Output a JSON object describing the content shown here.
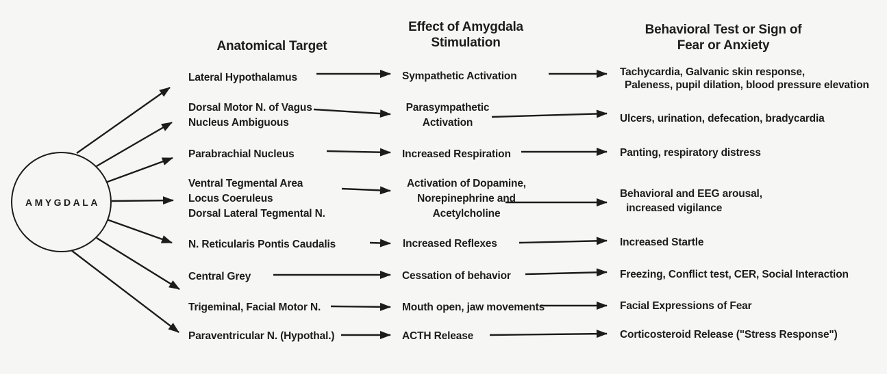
{
  "diagram": {
    "source_node": "AMYGDALA",
    "headers": {
      "target": "Anatomical Target",
      "effect": [
        "Effect of Amygdala",
        "Stimulation"
      ],
      "behavior": [
        "Behavioral Test or Sign of",
        "Fear or Anxiety"
      ]
    },
    "rows": [
      {
        "target": [
          "Lateral Hypothalamus"
        ],
        "effect": [
          "Sympathetic Activation"
        ],
        "behavior": [
          "Tachycardia, Galvanic skin response,",
          "Paleness, pupil dilation, blood pressure elevation"
        ]
      },
      {
        "target": [
          "Dorsal Motor N. of Vagus",
          "Nucleus Ambiguous"
        ],
        "effect": [
          "Parasympathetic",
          "Activation"
        ],
        "behavior": [
          "Ulcers, urination, defecation, bradycardia"
        ]
      },
      {
        "target": [
          "Parabrachial Nucleus"
        ],
        "effect": [
          "Increased Respiration"
        ],
        "behavior": [
          "Panting, respiratory distress"
        ]
      },
      {
        "target": [
          "Ventral Tegmental Area",
          "Locus Coeruleus",
          "Dorsal Lateral Tegmental N."
        ],
        "effect": [
          "Activation of Dopamine,",
          "Norepinephrine and",
          "Acetylcholine"
        ],
        "behavior": [
          "Behavioral and EEG arousal,",
          "increased vigilance"
        ]
      },
      {
        "target": [
          "N. Reticularis Pontis Caudalis"
        ],
        "effect": [
          "Increased Reflexes"
        ],
        "behavior": [
          "Increased Startle"
        ]
      },
      {
        "target": [
          "Central Grey"
        ],
        "effect": [
          "Cessation of behavior"
        ],
        "behavior": [
          "Freezing, Conflict test, CER, Social Interaction"
        ]
      },
      {
        "target": [
          "Trigeminal, Facial Motor N."
        ],
        "effect": [
          "Mouth open, jaw movements"
        ],
        "behavior": [
          "Facial Expressions of Fear"
        ]
      },
      {
        "target": [
          "Paraventricular N. (Hypothal.)"
        ],
        "effect": [
          "ACTH Release"
        ],
        "behavior": [
          "Corticosteroid Release (\"Stress Response\")"
        ]
      }
    ],
    "colors": {
      "ink": "#1c1c1c",
      "paper": "#f6f6f4"
    }
  }
}
